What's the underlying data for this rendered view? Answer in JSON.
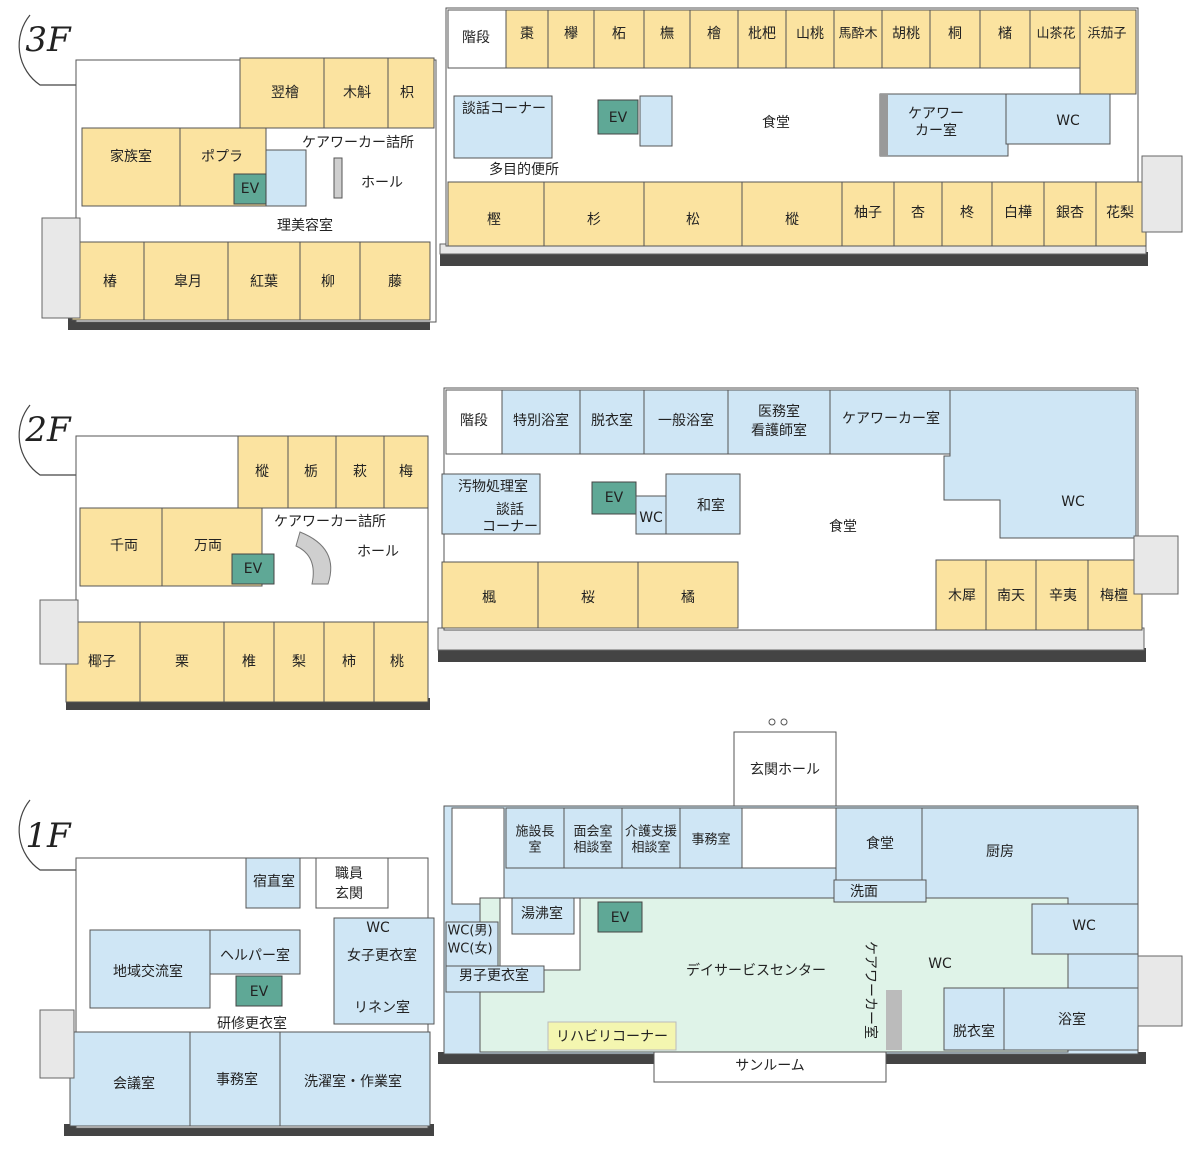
{
  "floors": {
    "f3": {
      "label": "3F",
      "rooms": {
        "kaidan": "階段",
        "natsume": "棗",
        "keyaki": "欅",
        "zakuro": "柘",
        "buna": "橅",
        "hinoki": "檜",
        "biwa": "枇杷",
        "yamamomo": "山桃",
        "asebi": "馬酔木",
        "kurumi": "胡桃",
        "kiri": "桐",
        "kashi": "槠",
        "sazanka": "山茶花",
        "hamanasu": "浜茄子",
        "danwa": "談話コーナー",
        "shokudo": "食堂",
        "careworker": [
          "ケアワー",
          "カー室"
        ],
        "wc": "WC",
        "tamokuteki": "多目的便所",
        "ev_main": "EV",
        "kashi2": "樫",
        "sugi": "杉",
        "matsu": "松",
        "momi": "樅",
        "yuzu": "柚子",
        "anzu": "杏",
        "hiiragi": "柊",
        "shirakaba": "白樺",
        "icho": "銀杏",
        "karin": "花梨",
        "asunaro": "翌檜",
        "kashiwa": "木斛",
        "kikoku": "枳",
        "kazoku": "家族室",
        "popura": "ポプラ",
        "ev_west": "EV",
        "tsumesho": "ケアワーカー詰所",
        "hall": "ホール",
        "biyo": "理美容室",
        "tsubaki": "椿",
        "satsuki": "皐月",
        "momiji": "紅葉",
        "yanagi": "柳",
        "fuji": "藤"
      }
    },
    "f2": {
      "label": "2F",
      "rooms": {
        "kaidan": "階段",
        "tokubetsu": "特別浴室",
        "datsui": "脱衣室",
        "ippan": "一般浴室",
        "imushitsu": [
          "医務室",
          "看護師室"
        ],
        "careworker": "ケアワーカー室",
        "obutsu": "汚物処理室",
        "danwa": [
          "談話",
          "コーナー"
        ],
        "ev_main": "EV",
        "wc_small": "WC",
        "washitsu": "和室",
        "shokudo": "食堂",
        "wc": "WC",
        "kaede": "楓",
        "sakura": "桜",
        "tachibana": "橘",
        "mokusei": "木犀",
        "nanten": "南天",
        "kobushi": "辛夷",
        "mayumi": "梅檀",
        "ki1": "樅",
        "tochi": "栃",
        "hagi": "萩",
        "ume": "梅",
        "senryo": "千両",
        "manryo": "万両",
        "ev_west": "EV",
        "tsumesho": "ケアワーカー詰所",
        "hall": "ホール",
        "yashi": "椰子",
        "kuri": "栗",
        "shii": "椎",
        "nashi": "梨",
        "kaki": "柿",
        "momo": "桃"
      }
    },
    "f1": {
      "label": "1F",
      "rooms": {
        "genkan": "玄関ホール",
        "shisetsucho": [
          "施設長",
          "室"
        ],
        "menkai": [
          "面会室",
          "相談室"
        ],
        "kaigo": [
          "介護支援",
          "相談室"
        ],
        "jimu_main": "事務室",
        "shokudo": "食堂",
        "chubo": "厨房",
        "senmen": "洗面",
        "yuwakashi": "湯沸室",
        "ev_main": "EV",
        "wc_m": "WC(男)",
        "wc_f": "WC(女)",
        "danshi": "男子更衣室",
        "day": "デイサービスセンター",
        "careworker": "ケアワーカー室",
        "wc1": "WC",
        "wc2": "WC",
        "datsui": "脱衣室",
        "yokushitsu": "浴室",
        "reha": "リハビリコーナー",
        "sunroom": "サンルーム",
        "shukuchoku": "宿直室",
        "shokuin": [
          "職員",
          "玄関"
        ],
        "wc3": "WC",
        "joshi": "女子更衣室",
        "linen": "リネン室",
        "chiiki": "地域交流室",
        "helper": "ヘルパー室",
        "ev_west": "EV",
        "kenshu": "研修更衣室",
        "kaigi": "会議室",
        "jimu": "事務室",
        "sentaku": "洗濯室・作業室"
      }
    }
  },
  "colors": {
    "residential": "#fbe3a0",
    "service": "#cfe6f5",
    "day_center": "#dff3e8",
    "elevator": "#5fa896",
    "rehab": "#f4f6b0"
  }
}
